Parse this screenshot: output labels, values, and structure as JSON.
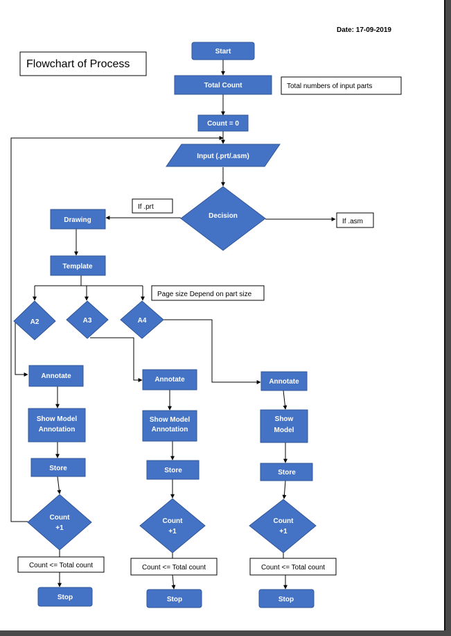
{
  "date": "Date: 17-09-2019",
  "title": "Flowchart of Process",
  "nodes": {
    "start": "Start",
    "total_count": "Total Count",
    "count_zero": "Count = 0",
    "input": "Input (.prt/.asm)",
    "decision": "Decision",
    "drawing": "Drawing",
    "template": "Template",
    "a2": "A2",
    "a3": "A3",
    "a4": "A4",
    "annotate": "Annotate",
    "show_model_1": "Show Model",
    "show_model_2": "Annotation",
    "show_model_partial": "Model",
    "show_word": "Show",
    "store": "Store",
    "count_plus_1": "Count",
    "count_plus_2": "+1",
    "stop": "Stop"
  },
  "notes": {
    "total_inputs": "Total numbers of input parts",
    "if_prt": "If .prt",
    "if_asm": "If .asm",
    "page_size": "Page size Depend on part size",
    "count_le_total": "Count <= Total count"
  }
}
